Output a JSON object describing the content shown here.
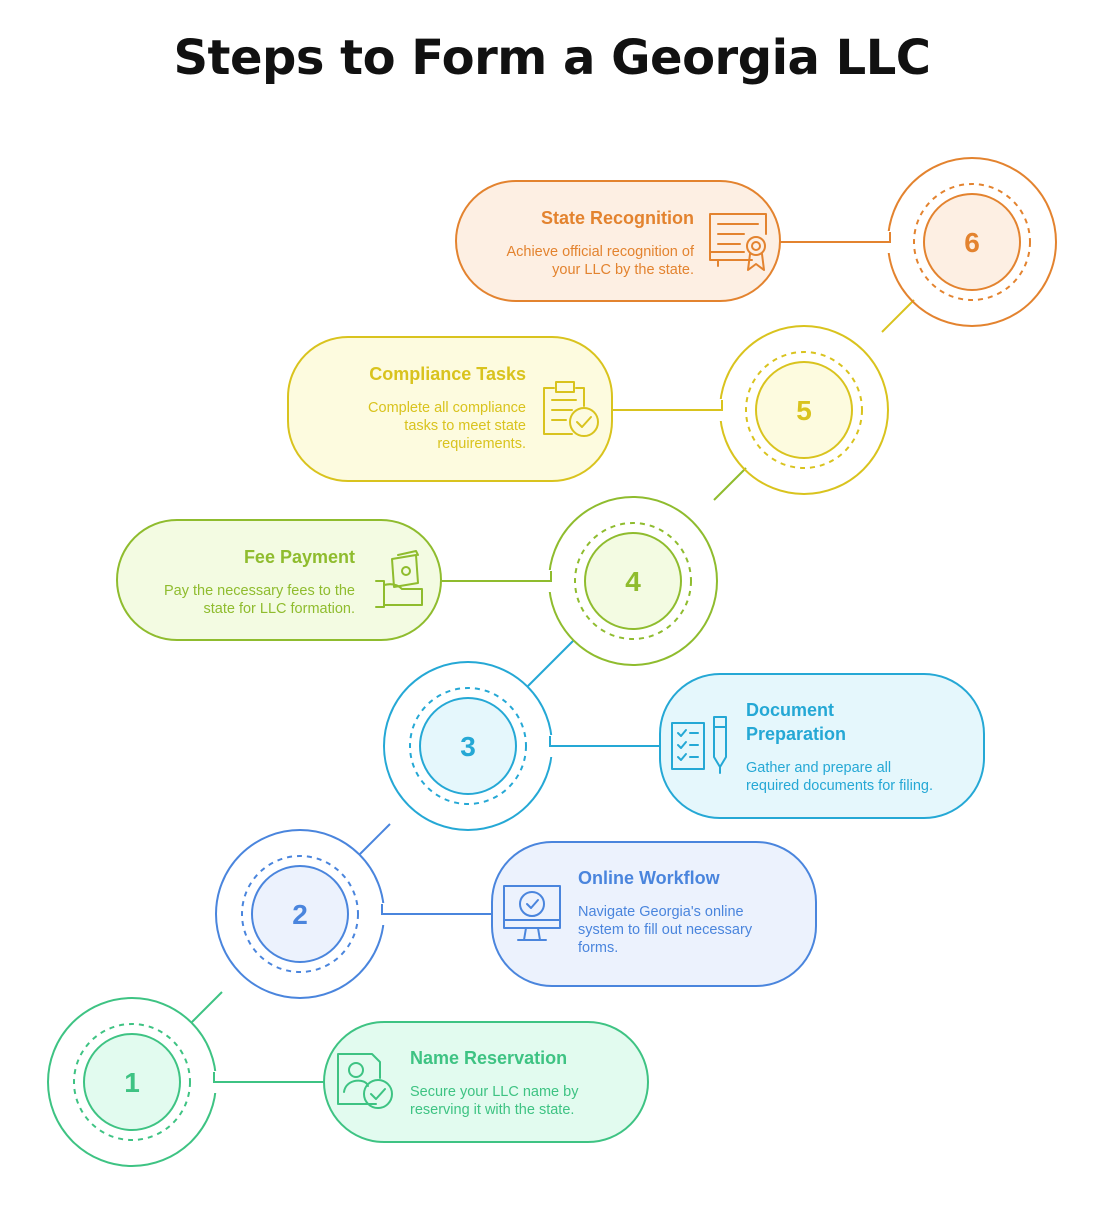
{
  "title": "Steps to Form a Georgia LLC",
  "steps": [
    {
      "number": "1",
      "title": [
        "Name Reservation"
      ],
      "description": [
        "Secure your LLC name by",
        "reserving it with the state."
      ],
      "icon": "user-check-icon",
      "color": "#3ec383",
      "fill": "#e2fbef"
    },
    {
      "number": "2",
      "title": [
        "Online Workflow"
      ],
      "description": [
        "Navigate Georgia's online",
        "system to fill out necessary",
        "forms."
      ],
      "icon": "monitor-check-icon",
      "color": "#4a85dd",
      "fill": "#ecf2fd"
    },
    {
      "number": "3",
      "title": [
        "Document",
        "Preparation"
      ],
      "description": [
        "Gather and prepare all",
        "required documents for filing."
      ],
      "icon": "checklist-pen-icon",
      "color": "#25a8d5",
      "fill": "#e5f7fc"
    },
    {
      "number": "4",
      "title": [
        "Fee Payment"
      ],
      "description": [
        "Pay the necessary fees to the",
        "state for LLC formation."
      ],
      "icon": "hand-money-icon",
      "color": "#8fbc2e",
      "fill": "#f3fbe2"
    },
    {
      "number": "5",
      "title": [
        "Compliance Tasks"
      ],
      "description": [
        "Complete all compliance",
        "tasks to meet state",
        "requirements."
      ],
      "icon": "clipboard-check-icon",
      "color": "#d9c31e",
      "fill": "#fdfbdf"
    },
    {
      "number": "6",
      "title": [
        "State Recognition"
      ],
      "description": [
        "Achieve official recognition of",
        "your LLC by the state."
      ],
      "icon": "certificate-icon",
      "color": "#e3832f",
      "fill": "#fdefe3"
    }
  ]
}
